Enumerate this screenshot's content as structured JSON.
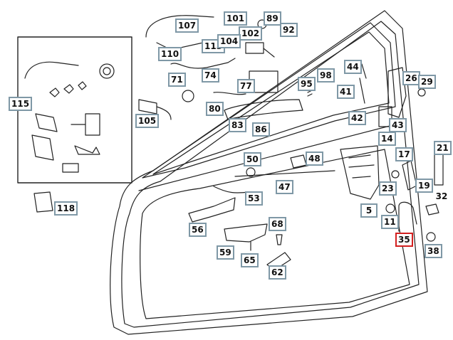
{
  "colors": {
    "callout_border": "#7f98a6",
    "highlight_border": "#d32020",
    "line": "#222222"
  },
  "callouts": {
    "c101": "101",
    "c89": "89",
    "c107": "107",
    "c102": "102",
    "c92": "92",
    "c113": "113",
    "c104": "104",
    "c110": "110",
    "c71": "71",
    "c74": "74",
    "c44": "44",
    "c26": "26",
    "c29": "29",
    "c115": "115",
    "c77": "77",
    "c95": "95",
    "c98": "98",
    "c41": "41",
    "c80": "80",
    "c105": "105",
    "c42": "42",
    "c43": "43",
    "c83": "83",
    "c86": "86",
    "c14": "14",
    "c17": "17",
    "c21": "21",
    "c50": "50",
    "c48": "48",
    "c47": "47",
    "c23": "23",
    "c19": "19",
    "c53": "53",
    "c32": "32",
    "c5": "5",
    "c118": "118",
    "c11": "11",
    "c68": "68",
    "c56": "56",
    "c35": "35",
    "c38": "38",
    "c59": "59",
    "c65": "65",
    "c62": "62"
  },
  "highlighted_part": "35"
}
